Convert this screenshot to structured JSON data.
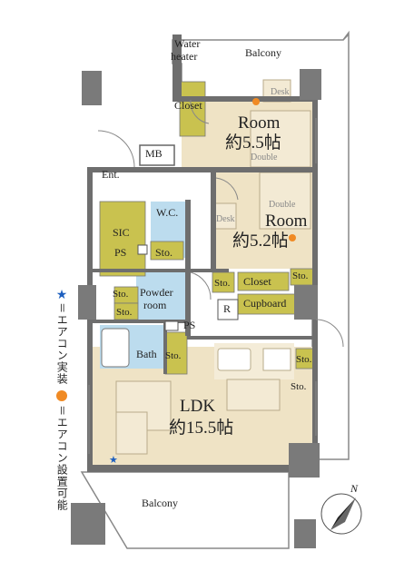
{
  "labels": {
    "water_heater_1": "Water",
    "water_heater_2": "heater",
    "balcony_top": "Balcony",
    "balcony_bottom": "Balcony",
    "closet_left": "Closet",
    "room1_name": "Room",
    "room1_size": "約5.5帖",
    "room1_bed": "Double",
    "desk_room1": "Desk",
    "mb": "MB",
    "ent": "Ent.",
    "wc": "W.C.",
    "sic": "SIC",
    "ps_sic": "PS",
    "sto_wc": "Sto.",
    "room2_name": "Room",
    "room2_size": "約5.2帖",
    "room2_bed": "Double",
    "desk_room2": "Desk",
    "closet_room2": "Closet",
    "sto_closet_left": "Sto.",
    "sto_closet_right": "Sto.",
    "cupboard": "Cupboard",
    "r_box": "R",
    "sto_powder_1": "Sto.",
    "sto_powder_2": "Sto.",
    "powder_1": "Powder",
    "powder_2": "room",
    "ps_hall": "PS",
    "bath": "Bath",
    "sto_bath": "Sto.",
    "sto_kitchen_1": "Sto.",
    "sto_kitchen_2": "Sto.",
    "ldk_name": "LDK",
    "ldk_size": "約15.5帖"
  },
  "legend": {
    "star_text": "＝エアコン実装",
    "dot_text": "＝エアコン設置可能"
  },
  "compass": {
    "north": "N"
  },
  "colors": {
    "wall": "#6e6e6e",
    "column": "#7a7a7a",
    "storage_yellow": "#c9c24f",
    "wet_blue": "#bcdcee",
    "wood": "#efe3c5",
    "ac_star": "#1d5fbf",
    "ac_dot": "#f08a24"
  }
}
